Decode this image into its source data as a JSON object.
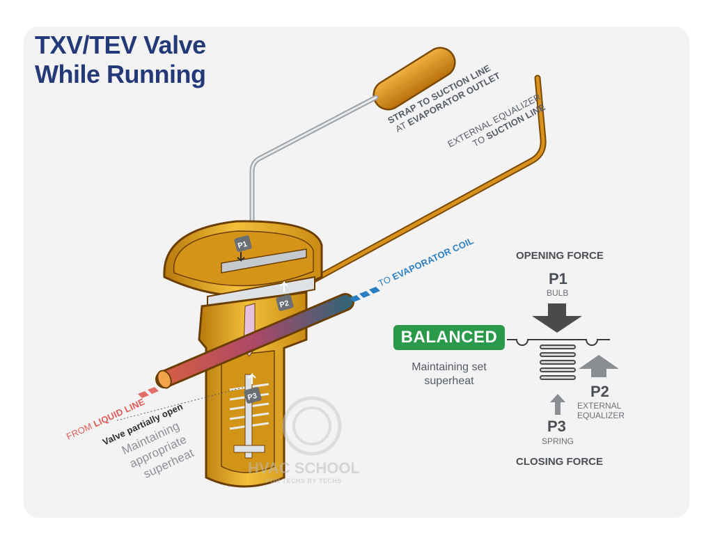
{
  "title": {
    "line1": "TXV/TEV Valve",
    "line2": "While Running"
  },
  "callouts": {
    "bulb_line1": "STRAP TO SUCTION LINE",
    "bulb_line2_prefix": "AT ",
    "bulb_line2_bold": "EVAPORATOR OUTLET",
    "equalizer_line1": "EXTERNAL EQUALIZER",
    "equalizer_line2_prefix": "TO ",
    "equalizer_line2_bold": "SUCTION LINE",
    "outlet_prefix": "TO ",
    "outlet_bold": "EVAPORATOR COIL",
    "inlet_prefix": "FROM ",
    "inlet_bold": "LIQUID LINE",
    "valve_state": "Valve partially open",
    "valve_note_1": "Maintaining",
    "valve_note_2": "appropriate",
    "valve_note_3": "superheat"
  },
  "markers": {
    "p1": "P1",
    "p2": "P2",
    "p3": "P3"
  },
  "force_diagram": {
    "opening_force": "OPENING FORCE",
    "closing_force": "CLOSING FORCE",
    "p1_label": "P1",
    "p1_sub": "BULB",
    "p2_label": "P2",
    "p2_sub_1": "EXTERNAL",
    "p2_sub_2": "EQUALIZER",
    "p3_label": "P3",
    "p3_sub": "SPRING",
    "status": "BALANCED",
    "status_sub_1": "Maintaining set",
    "status_sub_2": "superheat"
  },
  "watermark": {
    "name": "HVAC SCHOOL",
    "tagline": "FOR TECHS BY TECHS"
  },
  "colors": {
    "title": "#243a78",
    "brass": "#e0a51e",
    "brass_dark": "#b8790c",
    "copper": "#d48a1a",
    "badge": "#2a9a4a",
    "inlet_red": "#e05a55",
    "outlet_blue": "#2a7fc2",
    "arrow_dark": "#4a4a4a"
  }
}
